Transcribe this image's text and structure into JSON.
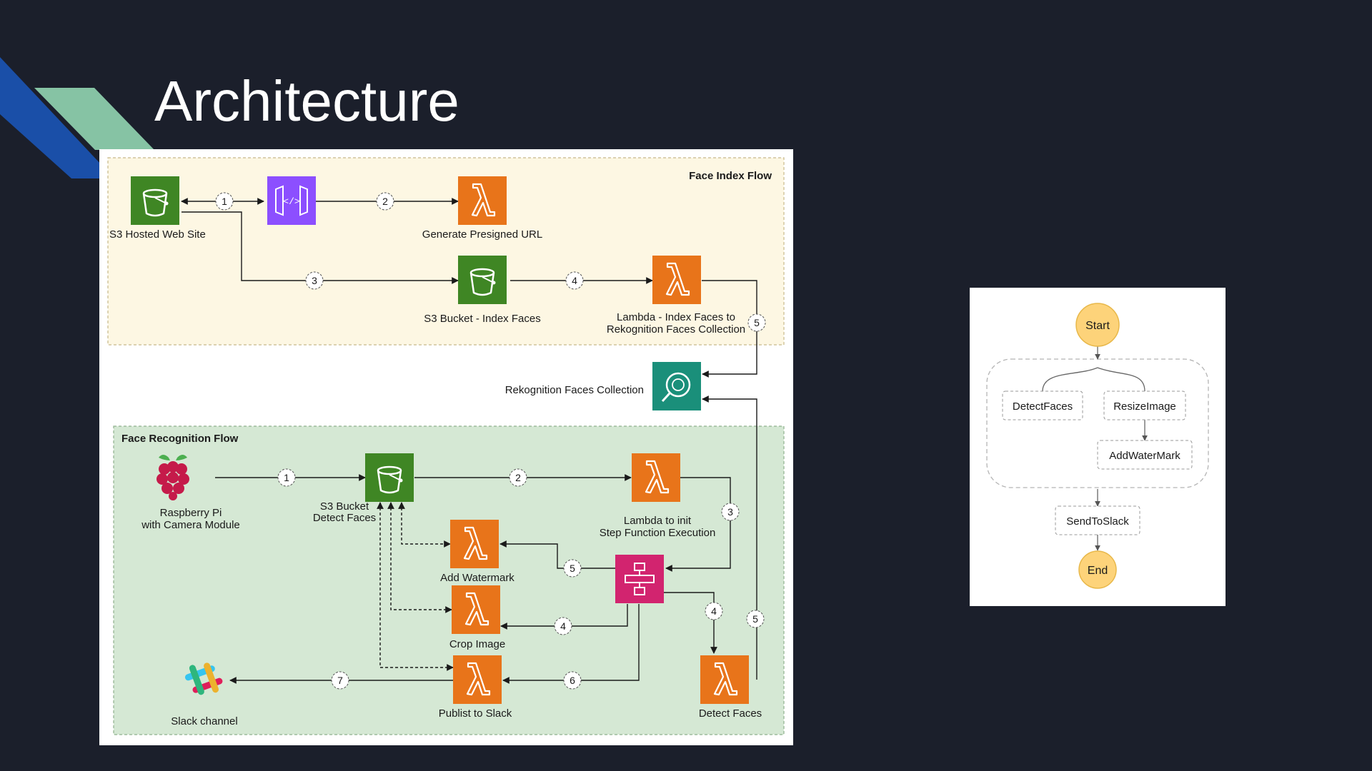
{
  "slide": {
    "title": "Architecture"
  },
  "colors": {
    "background": "#1b1f2b",
    "accent_blue": "#1a4fa8",
    "accent_green": "#86c3a4",
    "s3_green": "#3f8624",
    "lambda_orange": "#e8741a",
    "rekognition_teal": "#1a8f7a",
    "api_purple": "#8c4fff",
    "stepfn_pink": "#d2246f",
    "index_flow_bg": "#fdf7e3",
    "recog_flow_bg": "#d5e8d4"
  },
  "main_diagram": {
    "index_flow": {
      "title": "Face Index Flow",
      "s3_site_label": "S3 Hosted Web Site",
      "presign_label": "Generate Presigned URL",
      "s3_index_label": "S3 Bucket - Index Faces",
      "lambda_index_label_1": "Lambda - Index Faces to",
      "lambda_index_label_2": "Rekognition Faces Collection",
      "steps": [
        "1",
        "2",
        "3",
        "4",
        "5"
      ]
    },
    "rekognition_label": "Rekognition Faces Collection",
    "recognition_flow": {
      "title": "Face Recognition Flow",
      "pi_label_1": "Raspberry Pi",
      "pi_label_2": "with Camera Module",
      "s3_detect_label_1": "S3 Bucket",
      "s3_detect_label_2": "Detect Faces",
      "lambda_init_label_1": "Lambda to init",
      "lambda_init_label_2": "Step Function Execution",
      "watermark_label": "Add Watermark",
      "crop_label": "Crop Image",
      "publish_label": "Publist to Slack",
      "detect_label": "Detect Faces",
      "slack_label": "Slack channel",
      "steps": [
        "1",
        "2",
        "3",
        "5",
        "4",
        "4",
        "6",
        "7",
        "5"
      ]
    }
  },
  "step_function": {
    "start": "Start",
    "detect": "DetectFaces",
    "resize": "ResizeImage",
    "watermark": "AddWaterMark",
    "send": "SendToSlack",
    "end": "End"
  }
}
